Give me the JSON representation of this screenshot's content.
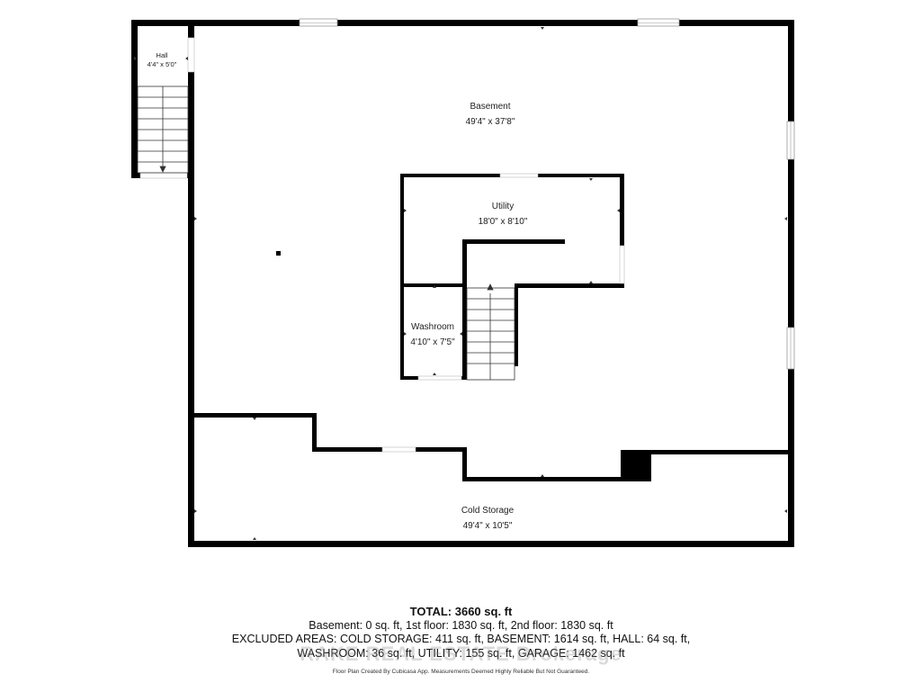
{
  "rooms": [
    {
      "name": "Hall",
      "dimensions": "4'4\" x 5'0\""
    },
    {
      "name": "Basement",
      "dimensions": "49'4\" x 37'8\""
    },
    {
      "name": "Utility",
      "dimensions": "18'0\" x 8'10\""
    },
    {
      "name": "Washroom",
      "dimensions": "4'10\" x 7'5\""
    },
    {
      "name": "Cold Storage",
      "dimensions": "49'4\" x 10'5\""
    }
  ],
  "totals": {
    "headline": "TOTAL: 3660 sq. ft",
    "line1": "Basement: 0 sq. ft, 1st floor: 1830 sq. ft, 2nd floor: 1830 sq. ft",
    "line2": "EXCLUDED AREAS: COLD STORAGE: 411 sq. ft, BASEMENT: 1614 sq. ft, HALL: 64 sq. ft,",
    "line3": "WASHROOM: 36 sq. ft, UTILITY: 155 sq. ft, GARAGE: 1462 sq. ft"
  },
  "watermark": "RAKE REAL ESTATE Brokerage",
  "disclaimer": "Floor Plan Created By Cubicasa App. Measurements Deemed Highly Reliable But Not Guaranteed.",
  "colors": {
    "wall": "#000000",
    "window": "#cccccc",
    "background": "#ffffff"
  }
}
